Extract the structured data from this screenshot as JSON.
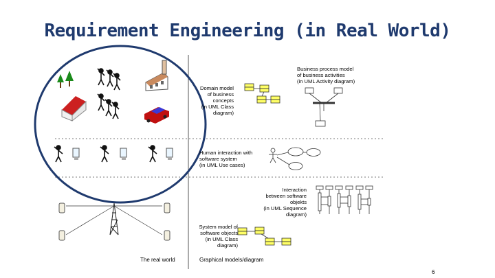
{
  "title": "Requirement Engineering (in Real World)",
  "labels": {
    "business_process": [
      "Business process model",
      "of business activities",
      "(in UML Activity diagram)"
    ],
    "domain_model": [
      "Domain model",
      "of business",
      "concepts",
      "(in UML Class",
      "diagram)"
    ],
    "human_interaction": [
      "Human interaction with",
      "software system",
      "(in UML Use cases)"
    ],
    "interaction": [
      "Interaction",
      "between software",
      "objekts",
      "(in UML Sequence",
      "diagram)"
    ],
    "system_model": [
      "System model of",
      "software objects",
      "(in UML Class",
      "diagram)"
    ],
    "real_world": "The real world",
    "graphical_models": "Graphical models/diagram"
  },
  "page_number": "6",
  "colors": {
    "title": "#1f3a6e",
    "circle": "#1f3a6e",
    "box": "#ffff66",
    "car": "#c01010",
    "car_top": "#3a3ad8",
    "house_roof": "#cc2020",
    "tree": "#1a8a1a"
  }
}
